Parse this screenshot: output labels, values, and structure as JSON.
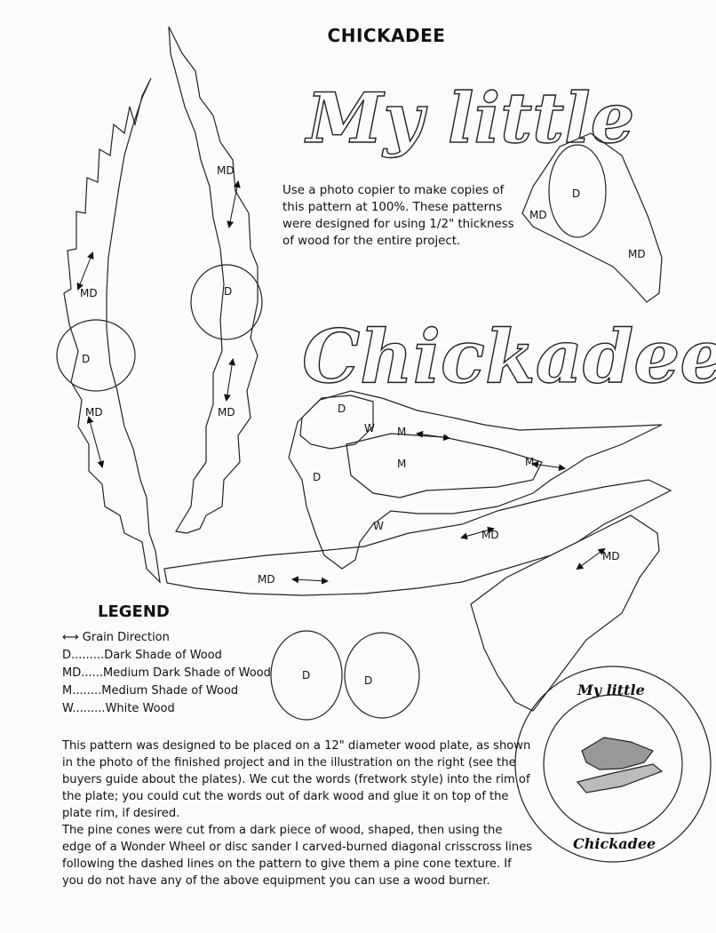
{
  "title": "CHICKADEE",
  "intro": "Use a photo copier to make copies of this pattern at 100%. These patterns were designed for using 1/2\" thickness of wood for the entire project.",
  "words": {
    "my_little": "My little",
    "chickadee": "Chickadee"
  },
  "legend": {
    "title": "LEGEND",
    "items": [
      {
        "key": "",
        "text": "Grain Direction"
      },
      {
        "key": "D.........",
        "text": "Dark Shade of Wood"
      },
      {
        "key": "MD......",
        "text": "Medium Dark Shade of Wood"
      },
      {
        "key": "M........",
        "text": "Medium Shade of Wood"
      },
      {
        "key": "W.........",
        "text": "White Wood"
      }
    ]
  },
  "paragraphs": [
    "This pattern was designed to be placed on a 12\" diameter wood plate, as shown in the photo of the finished project and in the illustration on the right (see the buyers guide about the plates). We cut the words (fretwork style) into the rim of the plate; you could cut the words out of dark wood and glue it on top of the plate rim, if desired.",
    "The pine cones were cut from a dark piece of wood, shaped, then using the edge of a Wonder Wheel or disc sander I carved-burned diagonal crisscross lines following the dashed lines on the pattern to give them a pine cone texture. If you do not have any of the above equipment you can use a wood burner."
  ],
  "pattern_labels": {
    "md": "MD",
    "d": "D",
    "m": "M",
    "w": "W"
  },
  "plate": {
    "top_text": "My little",
    "bottom_text": "Chickadee"
  }
}
